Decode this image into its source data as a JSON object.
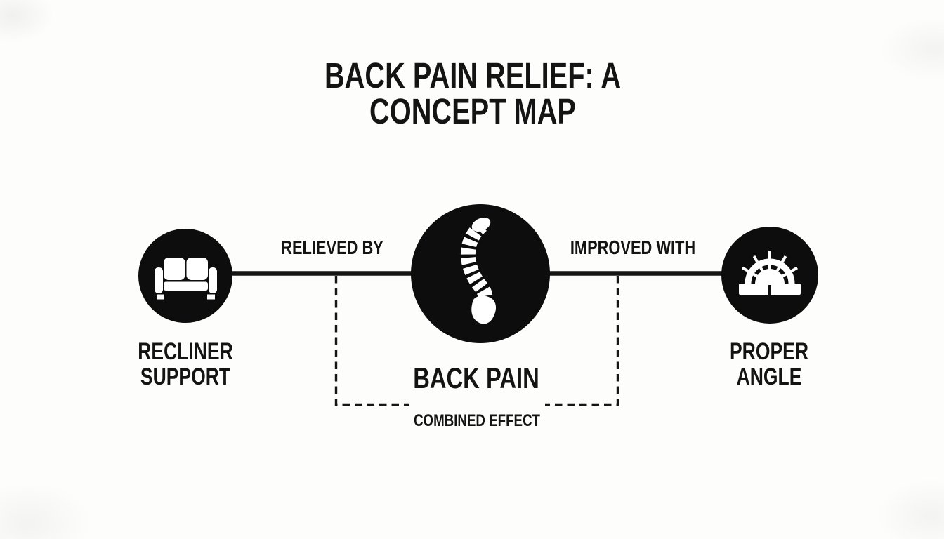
{
  "title": "BACK PAIN RELIEF: A CONCEPT MAP",
  "colors": {
    "ink": "#141414",
    "node_fill": "#0d0d0d",
    "icon_fill": "#ffffff",
    "background": "#fdfdfc"
  },
  "nodes": {
    "left": {
      "label": "RECLINER\nSUPPORT",
      "icon": "couch-icon"
    },
    "center": {
      "label": "BACK PAIN",
      "icon": "spine-icon"
    },
    "right": {
      "label": "PROPER\nANGLE",
      "icon": "protractor-icon"
    }
  },
  "edges": {
    "left": {
      "label": "RELIEVED BY",
      "style": "solid"
    },
    "right": {
      "label": "IMPROVED WITH",
      "style": "solid"
    },
    "combined": {
      "label": "COMBINED EFFECT",
      "style": "dashed"
    }
  }
}
